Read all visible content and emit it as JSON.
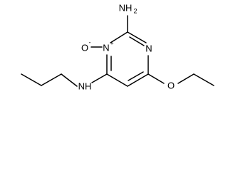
{
  "molecule": {
    "atoms": {
      "amino_label": "NH",
      "amino_subscript": "2",
      "n_oxide_label": "N",
      "n_oxide_charge": "+",
      "oxide_label": "O",
      "oxide_charge": "-",
      "ring_n_label": "N",
      "ether_o_label": "O",
      "amine_label": "NH"
    }
  }
}
